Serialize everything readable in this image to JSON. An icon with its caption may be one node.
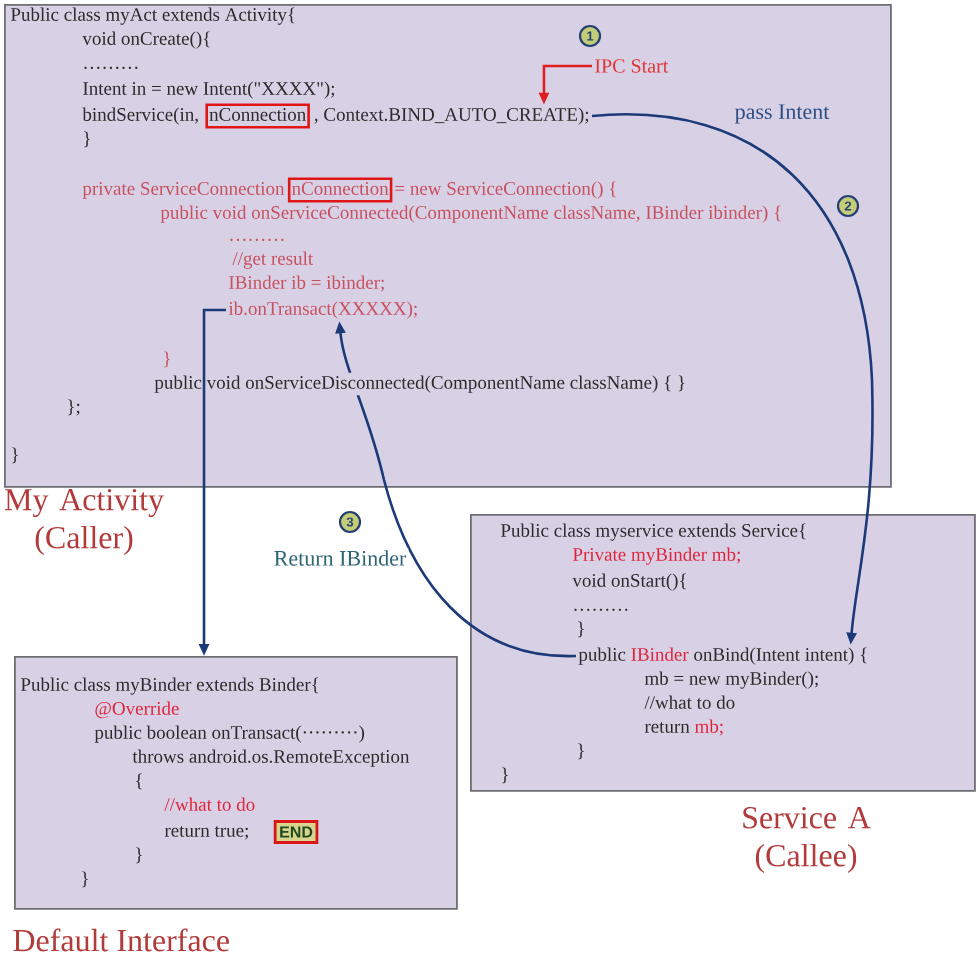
{
  "diagram": {
    "nodes": [
      {
        "text": [
          "Public class myAct extends Activity{",
          "void onCreate(){",
          "………",
          "Intent in = new Intent(\"XXXX\");",
          "bindService(in,",
          "}",
          "private ServiceConnection",
          "= new ServiceConnection() {",
          "public void onServiceConnected(ComponentName className, IBinder ibinder) {",
          "………",
          "//get result",
          "IBinder ib = ibinder;",
          "}",
          "public void onServiceDisconnected(ComponentName className) { }",
          "};",
          "}"
        ],
        "beside": [
          "My Activity (Caller)"
        ]
      },
      {
        "text": [
          "IPC Start"
        ],
        "in": 0
      },
      {
        "text": [
          "nConnection"
        ],
        "in": 0
      },
      {
        "text": [
          ", Context.BIND_AUTO_CREATE);"
        ],
        "in": 0
      },
      {
        "text": [
          "nConnection"
        ],
        "in": 0
      },
      {
        "text": [
          "ib.onTransact(XXXXX);"
        ],
        "in": 0
      },
      {
        "text": [
          "Public class myservice extends Service{",
          "Private myBinder mb;",
          "void onStart(){",
          "………",
          "}",
          "mb = new myBinder();",
          "//what to do",
          "return",
          "mb;",
          "}",
          "}"
        ],
        "beside": [
          "Service A (Callee)"
        ]
      },
      {
        "text": [
          "public",
          "IBinder",
          "onBind(Intent intent) {"
        ],
        "in": 6
      },
      {
        "text": [
          "Public class myBinder extends Binder{",
          "@Override",
          "public boolean onTransact(·········)",
          "throws android.os.RemoteException",
          "{",
          "//what to do",
          "return true;",
          "}",
          "}"
        ],
        "beside": [
          "Default Interface"
        ]
      },
      {
        "text": [
          "END"
        ],
        "in": 8
      }
    ],
    "edges": [
      {
        "from": 1,
        "to": 3,
        "arrow": "to",
        "color": "#e02020"
      },
      {
        "from": 3,
        "to": 7,
        "arrow": "to",
        "label": "pass Intent"
      },
      {
        "from": 7,
        "to": 5,
        "arrow": "to",
        "label": "Return IBinder"
      },
      {
        "from": 5,
        "to": 8,
        "arrow": "to"
      }
    ],
    "labels": [
      "1",
      "2",
      "3"
    ]
  }
}
